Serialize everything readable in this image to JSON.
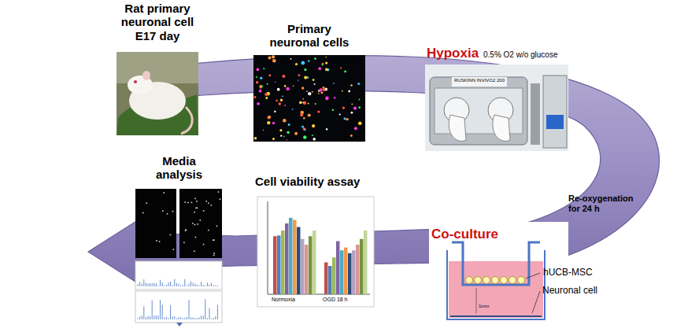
{
  "diagram": {
    "nodes": [
      {
        "text": [
          "Rat primary neuronal cell E17 day"
        ]
      },
      {
        "text": [
          "Primary neuronal cells"
        ]
      },
      {
        "text": [
          "Hypoxia",
          "0.5% O2 w/o glucose"
        ]
      },
      {
        "text": [
          "Co-culture"
        ]
      },
      {
        "text": [
          "Cell viability assay"
        ]
      },
      {
        "text": [
          "Media analysis"
        ]
      }
    ],
    "labels": [
      "Re-oxygenation for 24 h",
      "hUCB-MSC",
      "Neuronal cell",
      "1mm",
      "RUSKINN INVIVO2 200",
      "Normoxia",
      "OGD 18 h"
    ]
  }
}
